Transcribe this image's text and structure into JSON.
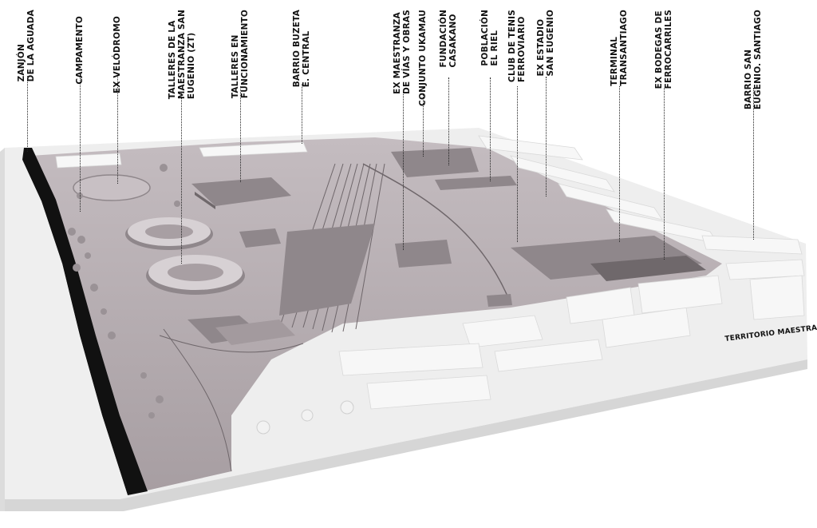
{
  "labels": {
    "zanjon": "ZANJÓN\nDE LA AGUADA",
    "campamento": "CAMPAMENTO",
    "ex_velodromo": "EX VELÓDROMO",
    "talleres_zt": "TALLERES DE LA\nMAESTRANZA SAN\nEUGENIO (ZT)",
    "talleres_func": "TALLERES EN\nFUNCIONAMIENTO",
    "barrio_buzeta": "BARRIO BUZETA\nE. CENTRAL",
    "ex_maestranza_vias": "EX MAESTRANZA\nDE VÍAS Y OBRAS",
    "conjunto_ukamau": "CONJUNTO UKAMAU",
    "fundacion_casakano": "FUNDACIÓN\nCASAKANO",
    "poblacion_riel": "POBLACIÓN\nEL RIEL",
    "club_tenis": "CLUB DE TENIS\nFERROVIARIO",
    "ex_estadio": "EX ESTADIO\nSAN EUGENIO",
    "terminal": "TERMINAL\nTRANSANTIAGO",
    "ex_bodegas": "EX BODEGAS DE\nFERROCARRILES",
    "barrio_san_eugenio": "BARRIO SAN\nEUGENIO. SANTIAGO"
  },
  "territory_label": "TERRITORIO MAESTRANZA",
  "colors": {
    "ground": "#b6adb1",
    "buildings_light": "#ecebec",
    "buildings_site": "#8f878b",
    "canal": "#111111",
    "rails": "#6e666a"
  }
}
